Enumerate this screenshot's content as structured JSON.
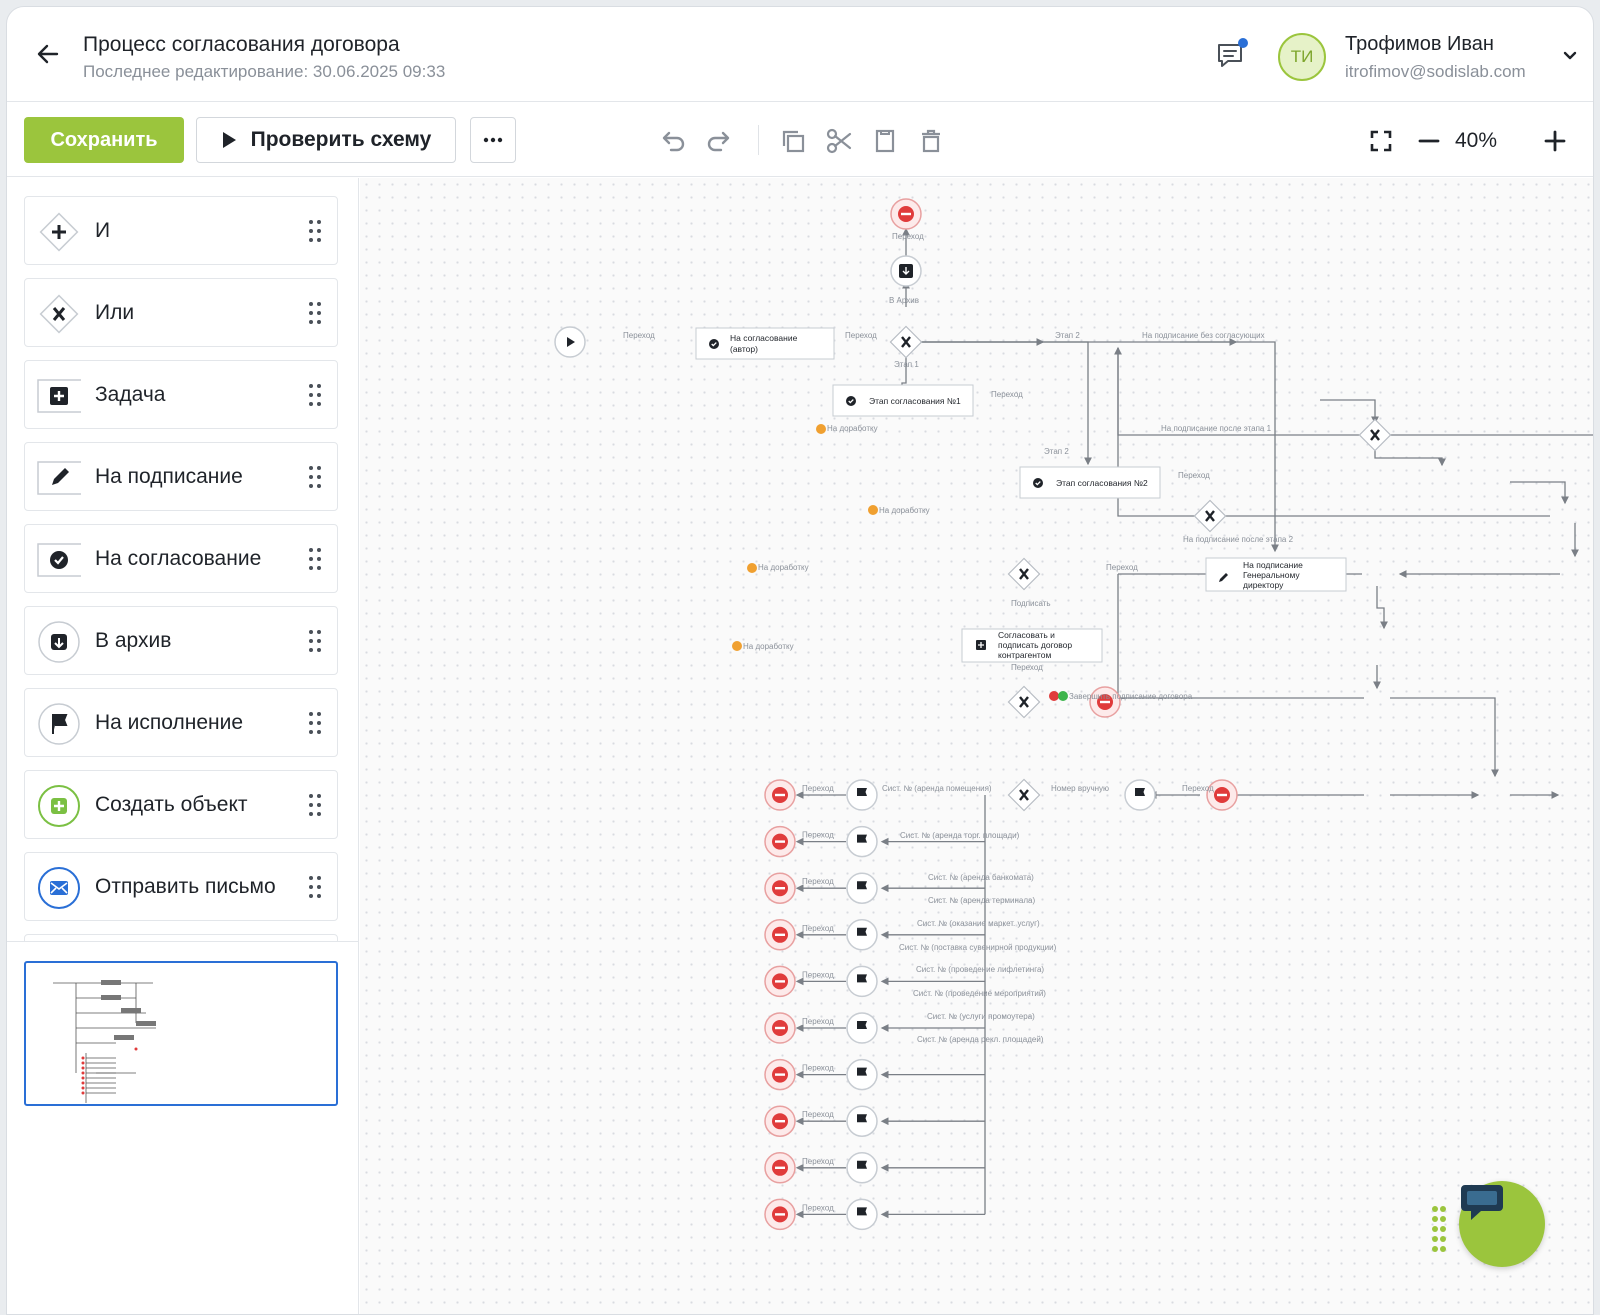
{
  "header": {
    "title": "Процесс согласования договора",
    "subtitle": "Последнее редактирование: 30.06.2025 09:33",
    "user": {
      "initials": "ТИ",
      "name": "Трофимов Иван",
      "email": "itrofimov@sodislab.com"
    }
  },
  "toolbar": {
    "save_label": "Сохранить",
    "check_label": "Проверить схему",
    "zoom": "40%"
  },
  "palette": [
    {
      "label": "И",
      "icon": "and-gateway-icon"
    },
    {
      "label": "Или",
      "icon": "or-gateway-icon"
    },
    {
      "label": "Задача",
      "icon": "task-icon"
    },
    {
      "label": "На подписание",
      "icon": "pencil-icon"
    },
    {
      "label": "На согласование",
      "icon": "check-circle-icon"
    },
    {
      "label": "В архив",
      "icon": "archive-icon"
    },
    {
      "label": "На исполнение",
      "icon": "flag-icon"
    },
    {
      "label": "Создать объект",
      "icon": "create-object-icon"
    },
    {
      "label": "Отправить письмо",
      "icon": "mail-icon"
    }
  ],
  "diagram": {
    "edge_default": "Переход",
    "archive_label": "В Архив",
    "stage1": "Этап 1",
    "stage2": "Этап 2",
    "sign_no_approvers": "На подписание без согласующих",
    "sign_after_stage1": "На подписание после этапа 1",
    "sign_after_stage2": "На подписание после этапа 2",
    "rework": "На доработку",
    "sign": "Подписать",
    "finish_signing": "Завершить подписание договора",
    "manual_number": "Номер вручную",
    "task_author_line1": "На согласование",
    "task_author_line2": "(автор)",
    "task_stage1": "Этап согласования №1",
    "task_stage2": "Этап согласования №2",
    "task_director_line1": "На подписание",
    "task_director_line2": "Генеральному",
    "task_director_line3": "директору",
    "task_counterparty_line1": "Согласовать и",
    "task_counterparty_line2": "подписать договор",
    "task_counterparty_line3": "контрагентом",
    "branch_labels": [
      "Сист. № (аренда помещения)",
      "Сист. № (аренда торг. площади)",
      "Сист. № (аренда банкомата)",
      "Сист. № (аренда терминала)",
      "Сист. № (оказание маркет. услуг)",
      "Сист. № (поставка сувенирной продукции)",
      "Сист. № (проведение лифлетинга)",
      "Сист. № (проведение мероприятий)",
      "Сист. № (услуги промоутера)",
      "Сист. № (аренда рекл. площадей)"
    ]
  }
}
